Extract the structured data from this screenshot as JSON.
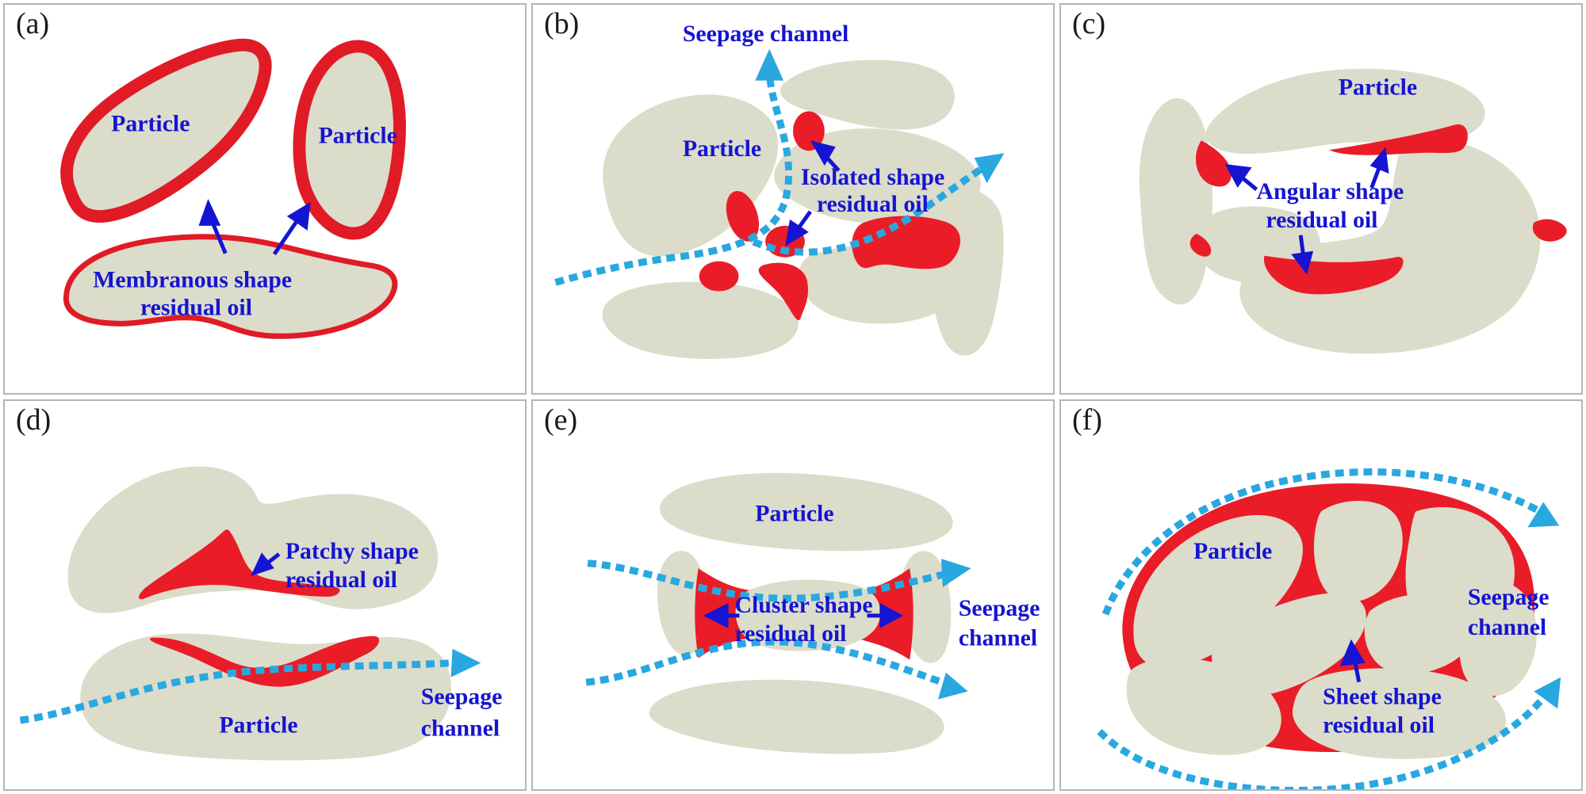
{
  "figure": {
    "title": "Residual oil occurrence morphology types",
    "colors": {
      "particle_fill": "#dcdccb",
      "oil_red": "#ea1c28",
      "label_blue": "#1414d2",
      "seepage_cyan": "#29a8e0",
      "panel_border": "#b5b5b5",
      "background": "#ffffff"
    }
  },
  "panels": [
    {
      "tag": "(a)",
      "name": "membranous-shape-panel",
      "labels": {
        "particle_1": "Particle",
        "particle_2": "Particle",
        "oil_line1": "Membranous  shape",
        "oil_line2": "residual oil"
      }
    },
    {
      "tag": "(b)",
      "name": "isolated-shape-panel",
      "labels": {
        "seepage": "Seepage channel",
        "particle": "Particle",
        "oil_line1": "Isolated shape",
        "oil_line2": "residual oil"
      }
    },
    {
      "tag": "(c)",
      "name": "angular-shape-panel",
      "labels": {
        "particle": "Particle",
        "oil_line1": "Angular shape",
        "oil_line2": "residual oil"
      }
    },
    {
      "tag": "(d)",
      "name": "patchy-shape-panel",
      "labels": {
        "oil_line1": "Patchy shape",
        "oil_line2": "residual oil",
        "seepage_line1": "Seepage",
        "seepage_line2": "channel",
        "particle": "Particle"
      }
    },
    {
      "tag": "(e)",
      "name": "cluster-shape-panel",
      "labels": {
        "particle": "Particle",
        "oil_line1": "Cluster shape",
        "oil_line2": "residual oil",
        "seepage_line1": "Seepage",
        "seepage_line2": "channel"
      }
    },
    {
      "tag": "(f)",
      "name": "sheet-shape-panel",
      "labels": {
        "particle": "Particle",
        "seepage_line1": "Seepage",
        "seepage_line2": "channel",
        "oil_line1": "Sheet shape",
        "oil_line2": "residual oil"
      }
    }
  ]
}
